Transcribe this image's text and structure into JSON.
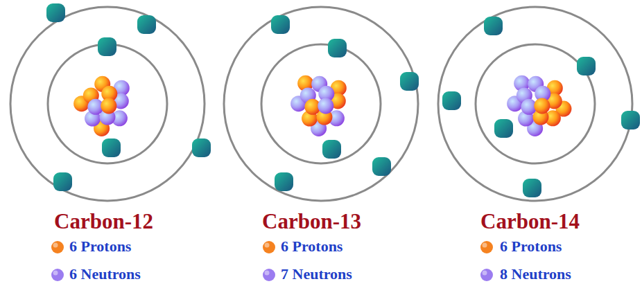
{
  "diagram": {
    "labels": [
      "Carbon-12",
      "Carbon-13",
      "Carbon-14"
    ],
    "legend": [
      {
        "text": "6 Protons",
        "color": "#f58220"
      },
      {
        "text": "6 Neutrons",
        "color": "#9b7cf0"
      },
      {
        "text": "6 Protons",
        "color": "#f58220"
      },
      {
        "text": "7 Neutrons",
        "color": "#9b7cf0"
      },
      {
        "text": "6 Protons",
        "color": "#f58220"
      },
      {
        "text": "8 Neutrons",
        "color": "#9b7cf0"
      }
    ]
  }
}
